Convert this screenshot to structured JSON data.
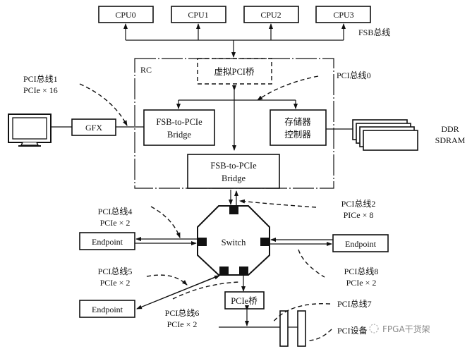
{
  "diagram": {
    "cpus": [
      "CPU0",
      "CPU1",
      "CPU2",
      "CPU3"
    ],
    "fsb_label": "FSB总线",
    "rc_label": "RC",
    "virtual_bridge": "虚拟PCI桥",
    "left_bridge": [
      "FSB-to-PCIe",
      "Bridge"
    ],
    "memory_controller": [
      "存储器",
      "控制器"
    ],
    "bottom_bridge": [
      "FSB-to-PCIe",
      "Bridge"
    ],
    "gfx": "GFX",
    "ddr": [
      "DDR",
      "SDRAM"
    ],
    "switch": "Switch",
    "endpoint": "Endpoint",
    "pcie_bridge": "PCIe桥",
    "bus_labels": {
      "bus0": [
        "PCI总线0"
      ],
      "bus1": [
        "PCI总线1",
        "PCIe × 16"
      ],
      "bus2": [
        "PCI总线2",
        "PICe × 8"
      ],
      "bus4": [
        "PCI总线4",
        "PCIe × 2"
      ],
      "bus5": [
        "PCI总线5",
        "PCIe × 2"
      ],
      "bus6": [
        "PCI总线6",
        "PCIe × 2"
      ],
      "bus7": [
        "PCI总线7"
      ],
      "bus8": [
        "PCI总线8",
        "PCIe × 2"
      ],
      "device": [
        "PCI设备"
      ]
    },
    "watermark": "FPGA干货架"
  }
}
